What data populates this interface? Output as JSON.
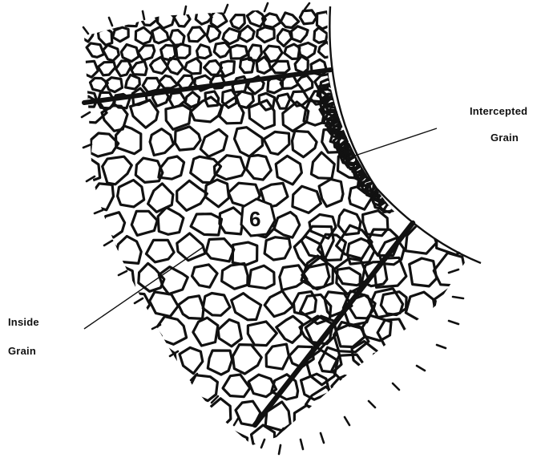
{
  "diagram": {
    "labels": {
      "intercepted_line1": "Intercepted",
      "intercepted_line2": "Grain",
      "inside_line1": "Inside",
      "inside_line2": "Grain",
      "grain_number": "6"
    },
    "colors": {
      "ink": "#111111",
      "background": "#ffffff"
    }
  }
}
